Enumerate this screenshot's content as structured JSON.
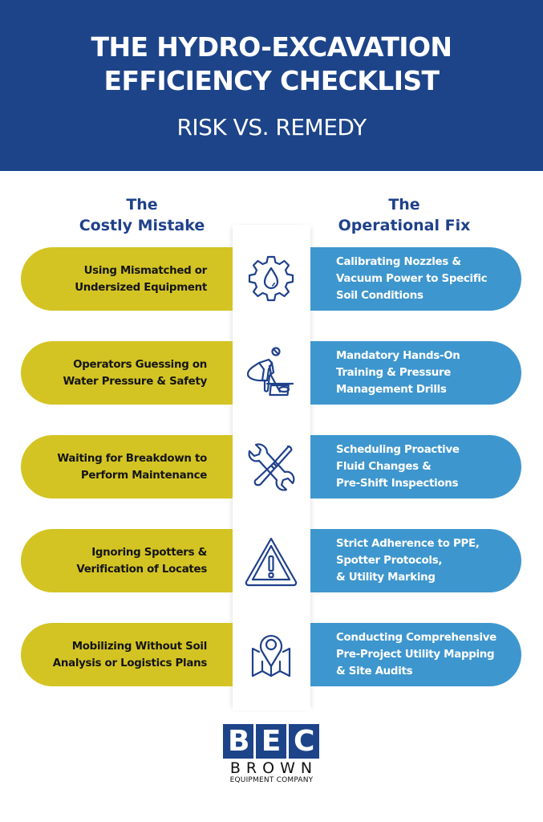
{
  "header": {
    "title_line1": "THE HYDRO-EXCAVATION",
    "title_line2": "EFFICIENCY CHECKLIST",
    "subtitle": "RISK VS. REMEDY",
    "background_color": "#1D4489"
  },
  "columns": {
    "left_heading_line1": "The",
    "left_heading_line2": "Costly Mistake",
    "right_heading_line1": "The",
    "right_heading_line2": "Operational Fix"
  },
  "colors": {
    "mistake_pill": "#D3C424",
    "fix_pill": "#3E96CE",
    "heading_text": "#1F418A",
    "icon_stroke": "#1F418A"
  },
  "rows": [
    {
      "mistake": "Using Mismatched or\nUndersized Equipment",
      "icon": "gear-water-drop-icon",
      "fix": "Calibrating Nozzles &\nVacuum Power to Specific\nSoil Conditions"
    },
    {
      "mistake": "Operators Guessing on\nWater Pressure & Safety",
      "icon": "operator-hydro-excavating-icon",
      "fix": "Mandatory Hands-On\nTraining & Pressure\nManagement Drills"
    },
    {
      "mistake": "Waiting for Breakdown to\nPerform Maintenance",
      "icon": "wrench-screwdriver-icon",
      "fix": "Scheduling Proactive\nFluid Changes &\nPre-Shift Inspections"
    },
    {
      "mistake": "Ignoring Spotters &\nVerification of Locates",
      "icon": "warning-triangle-icon",
      "fix": "Strict Adherence to PPE,\nSpotter Protocols,\n& Utility Marking"
    },
    {
      "mistake": "Mobilizing Without Soil\nAnalysis or Logistics Plans",
      "icon": "map-pin-icon",
      "fix": "Conducting Comprehensive\nPre-Project Utility Mapping\n& Site Audits"
    }
  ],
  "logo": {
    "letters": [
      "B",
      "E",
      "C"
    ],
    "name": "BROWN",
    "tagline": "EQUIPMENT COMPANY"
  }
}
